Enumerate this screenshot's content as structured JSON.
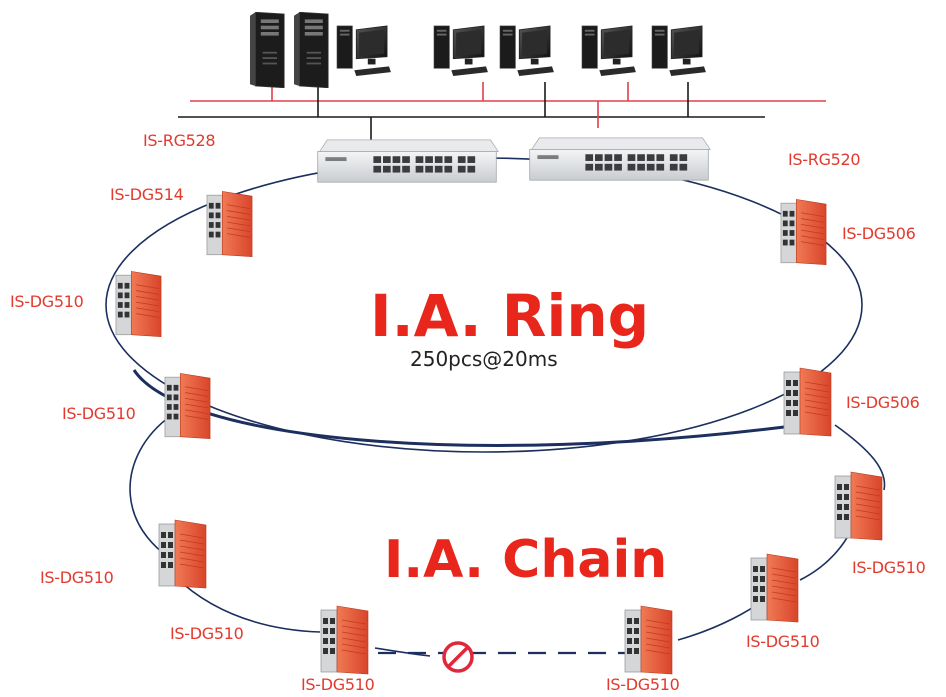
{
  "title_ring": "I.A. Ring",
  "ring_capacity": "250pcs@20ms",
  "title_chain": "I.A. Chain",
  "labels": {
    "rg528": "IS-RG528",
    "rg520": "IS-RG520",
    "dg514": "IS-DG514",
    "dg506_top": "IS-DG506",
    "dg510_left1": "IS-DG510",
    "dg510_left2": "IS-DG510",
    "dg506_right": "IS-DG506",
    "dg510_chain_left": "IS-DG510",
    "dg510_chain_lower_left": "IS-DG510",
    "dg510_chain_bottom_left": "IS-DG510",
    "dg510_chain_bottom_right": "IS-DG510",
    "dg510_chain_lower_right": "IS-DG510",
    "dg510_chain_right": "IS-DG510"
  },
  "colors": {
    "label_red": "#e23a2e",
    "title_red": "#e8261c",
    "ring_line": "#1c2f5e",
    "network_red": "#e0404a",
    "device_orange": "#e8583a"
  },
  "icons": [
    "server-icon",
    "workstation-icon",
    "switch-icon",
    "din-rail-switch-icon",
    "blocked-link-icon"
  ]
}
